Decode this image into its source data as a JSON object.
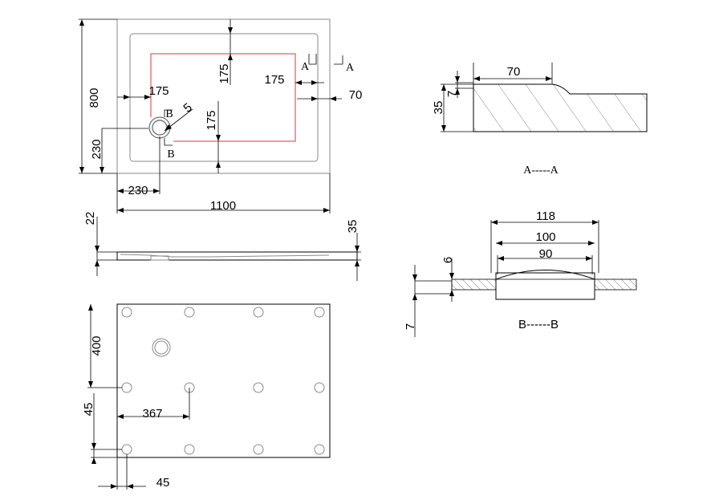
{
  "top_view": {
    "width": "1100",
    "length": "800",
    "offset_175_top": "175",
    "offset_175_left": "175",
    "offset_175_right": "175",
    "offset_175_lower": "175",
    "edge_70": "70",
    "drain_230_vertical": "230",
    "drain_230_horizontal": "230",
    "drain_radius": "5",
    "section_a_upper": "A",
    "section_a_right": "A",
    "section_b_upper": "B",
    "section_b_lower": "B"
  },
  "side_view": {
    "height_22": "22",
    "height_35": "35"
  },
  "bottom_view": {
    "dim_400": "400",
    "dim_367": "367",
    "dim_45_vertical": "45",
    "dim_45_horizontal": "45"
  },
  "section_a": {
    "label": "A-----A",
    "dim_70": "70",
    "dim_7": "7",
    "dim_35": "35"
  },
  "section_b": {
    "label": "B------B",
    "dim_118": "118",
    "dim_100": "100",
    "dim_90": "90",
    "dim_6": "6",
    "dim_7": "7"
  }
}
